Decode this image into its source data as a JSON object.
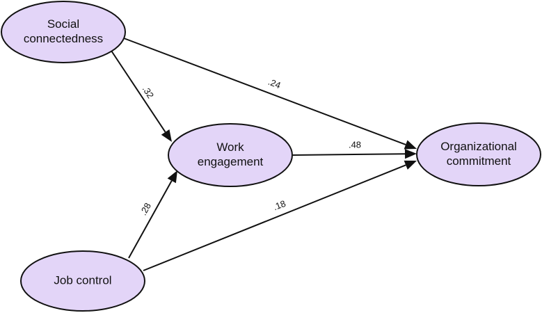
{
  "diagram": {
    "nodes": {
      "social": {
        "lines": [
          "Social",
          "connectedness"
        ]
      },
      "work": {
        "lines": [
          "Work",
          "engagement"
        ]
      },
      "org": {
        "lines": [
          "Organizational",
          "commitment"
        ]
      },
      "job": {
        "lines": [
          "Job control"
        ]
      }
    },
    "edges": [
      {
        "from": "social",
        "to": "work",
        "label": ".32"
      },
      {
        "from": "social",
        "to": "org",
        "label": ".24"
      },
      {
        "from": "work",
        "to": "org",
        "label": ".48"
      },
      {
        "from": "job",
        "to": "work",
        "label": ".28"
      },
      {
        "from": "job",
        "to": "org",
        "label": ".18"
      }
    ]
  }
}
